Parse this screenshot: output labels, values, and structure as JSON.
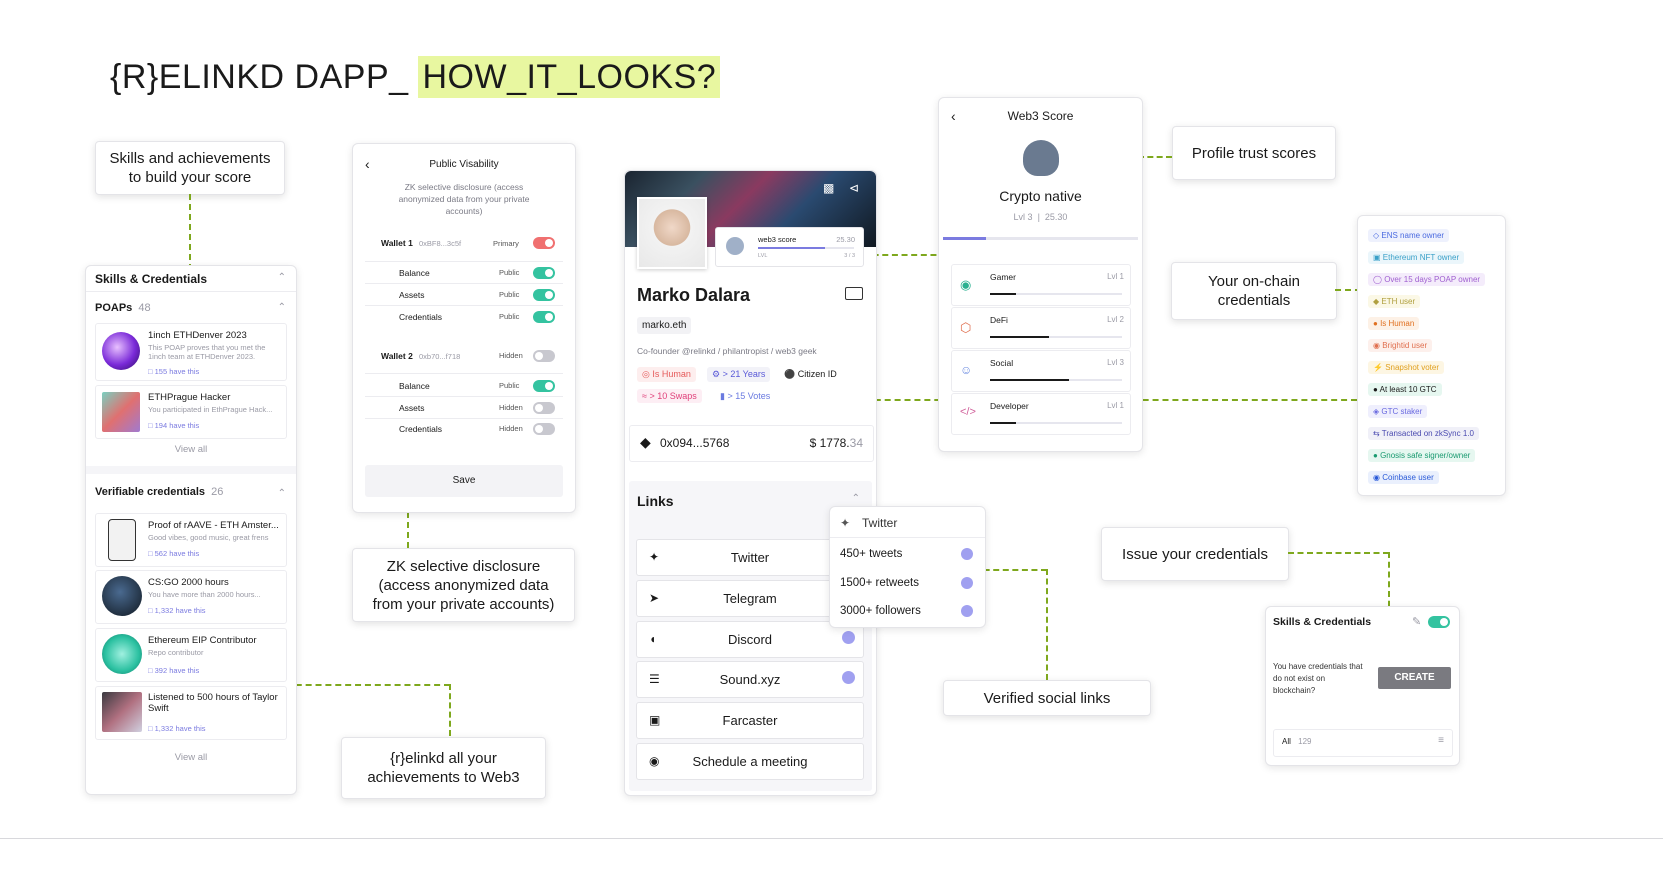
{
  "title": {
    "prefix": "{R}ELINKD DAPP_ ",
    "highlight": "HOW_IT_LOOKS?"
  },
  "callouts": {
    "skills": "Skills and achievements\nto build your score",
    "zk": "ZK selective disclosure\n(access anonymized data\nfrom your private accounts)",
    "relinkd": "{r}elinkd all your\nachievements to Web3",
    "trust": "Profile trust scores",
    "onchain": "Your on-chain\ncredentials",
    "issue": "Issue your credentials",
    "verified": "Verified social links"
  },
  "skills_panel": {
    "header": "Skills & Credentials",
    "poaps_label": "POAPs",
    "poaps_count": "48",
    "poaps": [
      {
        "title": "1inch ETHDenver 2023",
        "desc": "This POAP proves that you met the 1inch team at ETHDenver 2023.",
        "have": "155 have this"
      },
      {
        "title": "ETHPrague Hacker",
        "desc": "You participated in EthPrague Hack...",
        "have": "194 have this"
      }
    ],
    "view_all": "View all",
    "vc_label": "Verifiable credentials",
    "vc_count": "26",
    "vcs": [
      {
        "title": "Proof of rAAVE - ETH Amster...",
        "desc": "Good vibes, good music, great frens",
        "have": "562 have this"
      },
      {
        "title": "CS:GO 2000 hours",
        "desc": "You have more than 2000 hours...",
        "have": "1,332 have this"
      },
      {
        "title": "Ethereum EIP Contributor",
        "desc": "Repo contributor",
        "have": "392 have this"
      },
      {
        "title": "Listened to 500 hours of Taylor Swift",
        "desc": "",
        "have": "1,332 have this"
      }
    ],
    "view_all2": "View all"
  },
  "visibility": {
    "title": "Public Visability",
    "subtitle": "ZK selective disclosure (access anonymized data from your private accounts)",
    "wallet1_label": "Wallet 1",
    "wallet1_addr": "0xBF8...3c5f",
    "wallet1_status": "Primary",
    "wallet1_rows": [
      {
        "name": "Balance",
        "status": "Public"
      },
      {
        "name": "Assets",
        "status": "Public"
      },
      {
        "name": "Credentials",
        "status": "Public"
      }
    ],
    "wallet2_label": "Wallet 2",
    "wallet2_addr": "0xb70...f718",
    "wallet2_status": "Hidden",
    "wallet2_rows": [
      {
        "name": "Balance",
        "status": "Public"
      },
      {
        "name": "Assets",
        "status": "Hidden"
      },
      {
        "name": "Credentials",
        "status": "Hidden"
      }
    ],
    "save": "Save"
  },
  "profile": {
    "score_label": "web3 score",
    "score_value": "25.30",
    "score_min": "LVL",
    "score_max": "3 / 3",
    "name": "Marko Dalara",
    "handle": "marko.eth",
    "bio": "Co-founder @relinkd / philantropist / web3 geek",
    "badges": [
      {
        "text": "Is Human",
        "color": "#e55a5a"
      },
      {
        "text": "> 21 Years",
        "color": "#5a5ad8"
      },
      {
        "text": "Citizen ID",
        "color": "#1a1a1a"
      },
      {
        "text": "> 10 Swaps",
        "color": "#e0407a"
      },
      {
        "text": "> 15 Votes",
        "color": "#6a7ae0"
      }
    ],
    "wallet": "0x094...5768",
    "balance_main": "$ 1778.",
    "balance_dec": "34",
    "links_header": "Links",
    "links": [
      "Twitter",
      "Telegram",
      "Discord",
      "Sound.xyz",
      "Farcaster",
      "Schedule a meeting"
    ]
  },
  "twitter_popup": {
    "header": "Twitter",
    "rows": [
      "450+ tweets",
      "1500+ retweets",
      "3000+ followers"
    ]
  },
  "web3score": {
    "title": "Web3 Score",
    "rank": "Crypto native",
    "lvl": "Lvl 3",
    "value": "25.30",
    "progress": 0.22,
    "categories": [
      {
        "name": "Gamer",
        "lvl": "Lvl 1",
        "progress": 0.2
      },
      {
        "name": "DeFi",
        "lvl": "Lvl 2",
        "progress": 0.45
      },
      {
        "name": "Social",
        "lvl": "Lvl 3",
        "progress": 0.6
      },
      {
        "name": "Developer",
        "lvl": "Lvl 1",
        "progress": 0.2
      }
    ]
  },
  "credentials_list": [
    {
      "text": "ENS name owner",
      "color": "#4a6ae0",
      "bg": "#eef1fd"
    },
    {
      "text": "Ethereum NFT owner",
      "color": "#3aa0c8",
      "bg": "#ebf6fb"
    },
    {
      "text": "Over 15 days POAP owner",
      "color": "#a060d0",
      "bg": "#f4ecfb"
    },
    {
      "text": "ETH user",
      "color": "#b0a040",
      "bg": "#fbf8e6"
    },
    {
      "text": "Is Human",
      "color": "#e07020",
      "bg": "#fdf1e6"
    },
    {
      "text": "Brightid user",
      "color": "#e07050",
      "bg": "#fdf0ec"
    },
    {
      "text": "Snapshot voter",
      "color": "#e0a020",
      "bg": "#fdf6e3"
    },
    {
      "text": "At least 10 GTC",
      "color": "#1a1a1a",
      "bg": "#e6f7f0"
    },
    {
      "text": "GTC staker",
      "color": "#6a6ae0",
      "bg": "#efeffd"
    },
    {
      "text": "Transacted on zkSync 1.0",
      "color": "#4a4ab0",
      "bg": "#f0f0f8"
    },
    {
      "text": "Gnosis safe signer/owner",
      "color": "#1a9a70",
      "bg": "#e6f7f0"
    },
    {
      "text": "Coinbase user",
      "color": "#2a5ad8",
      "bg": "#eaf0fd"
    }
  ],
  "issue_panel": {
    "header": "Skills & Credentials",
    "text": "You have credentials that do not exist on blockchain?",
    "button": "CREATE",
    "filter_label": "All",
    "filter_count": "129"
  }
}
